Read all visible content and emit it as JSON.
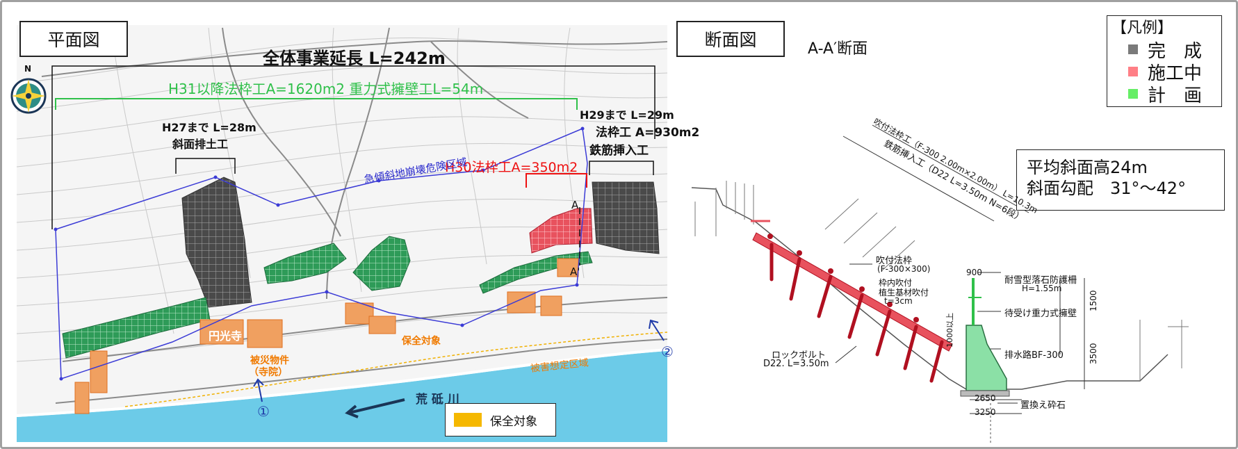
{
  "plan": {
    "title": "平面図",
    "total_length": "全体事業延長 L=242m",
    "north": "N",
    "h31": "H31以降法枠工A=1620m2  重力式擁壁工L=54m",
    "h27_a": "H27まで L=28m",
    "h27_b": "斜面排土工",
    "h29_a": "H29まで L=29m",
    "h29_b": "法枠工  A=930m2",
    "h29_c": "鉄筋挿入工",
    "h30": "H30法枠工A=350m2",
    "steep_zone": "急傾斜地崩壊危険区域",
    "section_a": "A",
    "section_a2": "A'",
    "temple": "円光寺",
    "protect": "保全対象",
    "damaged_1": "被災物件",
    "damaged_2": "（寺院）",
    "damage_area": "被害想定区域",
    "river": "荒 砥 川",
    "view1": "①",
    "view2": "②",
    "legend_protect": "保全対象"
  },
  "section": {
    "title": "断面図",
    "subtitle": "A-A′断面",
    "stats_1": "平均斜面高24m",
    "stats_2": "斜面勾配　31°～42°",
    "spray_frame_top": "吹付法枠工（F-300 2.00m×2.00m） L=10.3m",
    "rebar_insert": "鉄筋挿入工（D22 L=3.50m N=6段）",
    "spray_frame": "吹付法枠",
    "spray_frame_spec": "(F-300×300)",
    "inner_spray_1": "枠内吹付",
    "inner_spray_2": "植生基材吹付",
    "inner_spray_3": "t=3cm",
    "rock_bolt_1": "ロックボルト",
    "rock_bolt_2": "D22. L=3.50m",
    "fence_1": "耐雪型落石防護柵",
    "fence_2": "H=1.55m",
    "retaining_wall": "待受け重力式擁壁",
    "drain": "排水路BF-300",
    "gravel": "置換え砕石",
    "dim_900": "900",
    "dim_1500": "1500",
    "dim_3500": "3500",
    "dim_1000": "1000以上",
    "dim_2650": "2650",
    "dim_3250": "3250"
  },
  "legend": {
    "title": "【凡例】",
    "items": [
      {
        "label": "完　成",
        "color": "#7a7a7a"
      },
      {
        "label": "施工中",
        "color": "#ff7f86"
      },
      {
        "label": "計　画",
        "color": "#66ee66"
      }
    ]
  },
  "colors": {
    "completed": "#4a4a4a",
    "in_progress": "#e8525e",
    "planned": "#2e9b58",
    "protect": "#f0a060",
    "river": "#6ccbe8",
    "h31_green": "#2fc04a",
    "h30_red": "#ee1111",
    "boundary_blue": "#3b3bd6"
  }
}
